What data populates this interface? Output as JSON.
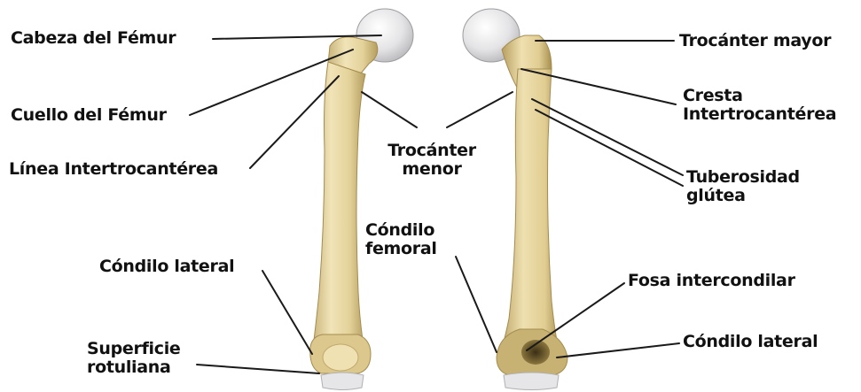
{
  "colors": {
    "bone": "#e8d9a6",
    "bone_shadow": "#c9b47a",
    "bone_dark": "#8f7a3f",
    "cartilage": "#e6e6e8",
    "leader_line": "#1a1a1a",
    "text": "#111111"
  },
  "labels": {
    "head": "Cabeza del Fémur",
    "neck": "Cuello del Fémur",
    "intertrochanteric_line": "Línea Intertrocantérea",
    "lesser_trochanter": "Trocánter\nmenor",
    "femoral_condyle": "Cóndilo\nfemoral",
    "lateral_condyle_left": "Cóndilo lateral",
    "patellar_surface": "Superficie\nrotuliana",
    "greater_trochanter": "Trocánter mayor",
    "intertrochanteric_crest": "Cresta\nIntertrocantérea",
    "gluteal_tuberosity": "Tuberosidad\nglútea",
    "intercondylar_fossa": "Fosa intercondilar",
    "lateral_condyle_right": "Cóndilo lateral"
  }
}
